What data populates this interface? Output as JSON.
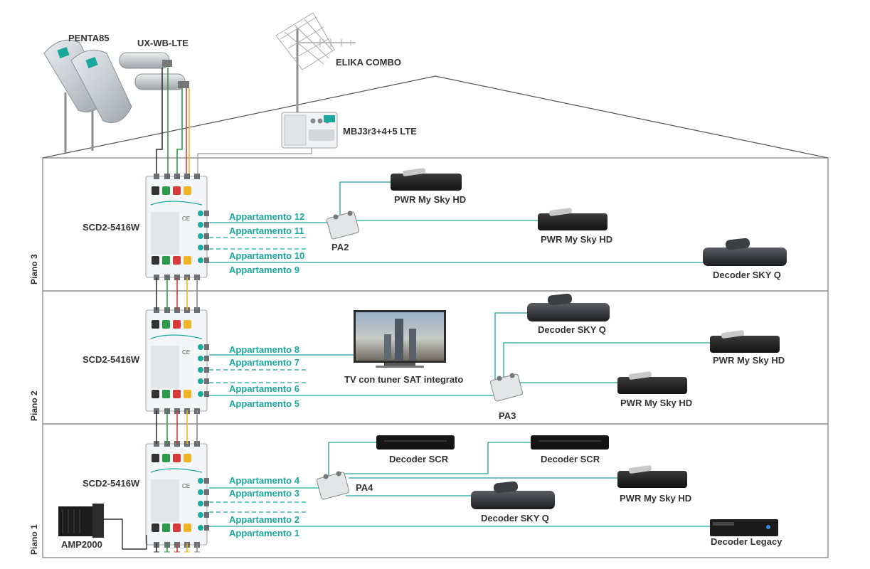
{
  "antennas": {
    "penta": "PENTA85",
    "lnb": "UX-WB-LTE",
    "terrestrial": "ELIKA COMBO",
    "amp_top": "MBJ3r3+4+5 LTE"
  },
  "floors": [
    {
      "name": "Piano 3",
      "multiswitch": "SCD2-5416W",
      "apartments": [
        "Appartamento 12",
        "Appartamento 11",
        "Appartamento 10",
        "Appartamento 9"
      ],
      "splitter": "PA2",
      "devices": [
        "PWR My Sky HD",
        "PWR My Sky HD",
        "Decoder SKY Q"
      ]
    },
    {
      "name": "Piano 2",
      "multiswitch": "SCD2-5416W",
      "apartments": [
        "Appartamento 8",
        "Appartamento 7",
        "Appartamento 6",
        "Appartamento 5"
      ],
      "splitter": "PA3",
      "tv": "TV con tuner SAT integrato",
      "devices": [
        "Decoder SKY Q",
        "PWR My Sky HD",
        "PWR My Sky HD"
      ]
    },
    {
      "name": "Piano 1",
      "multiswitch": "SCD2-5416W",
      "apartments": [
        "Appartamento 4",
        "Appartamento 3",
        "Appartamento 2",
        "Appartamento 1"
      ],
      "splitter": "PA4",
      "amplifier": "AMP2000",
      "devices": [
        "Decoder SCR",
        "Decoder SCR",
        "PWR My Sky HD",
        "Decoder SKY Q",
        "Decoder Legacy"
      ]
    }
  ],
  "colors": {
    "teal": "#1aa89c",
    "cable_green": "#2e9b4a",
    "cable_red": "#d83a3a",
    "cable_yellow": "#f0b428",
    "cable_dark": "#333333",
    "outline": "#7a7a7a"
  }
}
